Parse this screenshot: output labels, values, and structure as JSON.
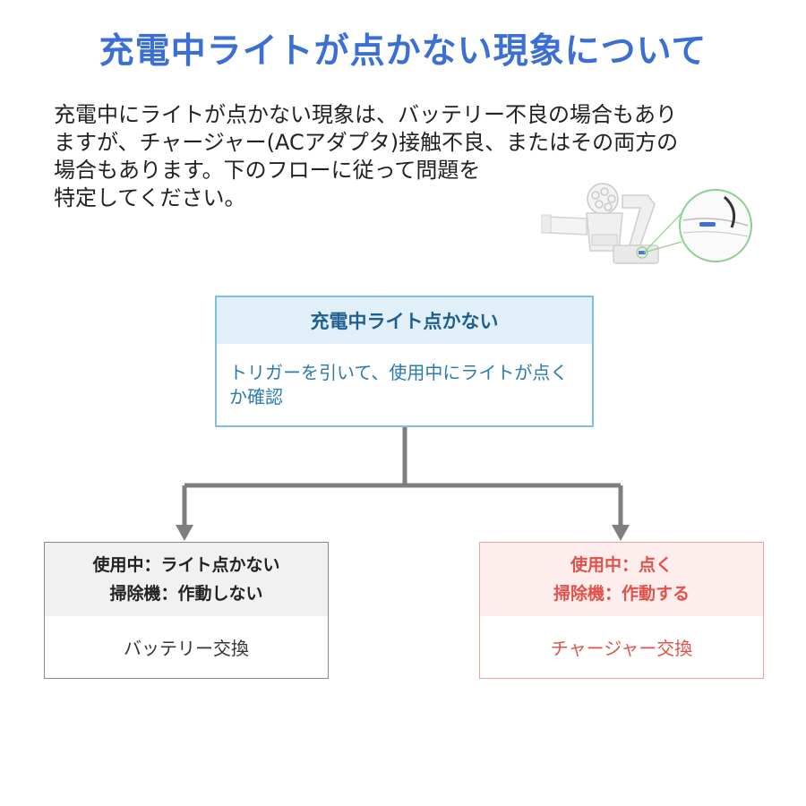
{
  "title": "充電中ライトが点かない現象について",
  "intro": {
    "lines": [
      "充電中にライトが点かない現象は、バッテリー不良の場合もあり",
      "ますが、チャージャー(ACアダプタ)接触不良、またはその両方の",
      "場合もあります。下のフローに従って問題を",
      "特定してください。"
    ]
  },
  "flow": {
    "start": {
      "heading": "充電中ライト点かない",
      "body": "トリガーを引いて、使用中にライトが点くか確認"
    },
    "left": {
      "heading_line1": "使用中：ライト点かない",
      "heading_line2": "掃除機：作動しない",
      "result": "バッテリー交換"
    },
    "right": {
      "heading_line1": "使用中：点く",
      "heading_line2": "掃除機：作動する",
      "result": "チャージャー交換"
    }
  },
  "colors": {
    "title": "#3b6fd3",
    "connector": "#7f7f7f",
    "accent_blue": "#7fc0db",
    "accent_red": "#e0524a"
  },
  "icons": {
    "illustration": "vacuum-cleaner-with-charge-light-zoom"
  }
}
